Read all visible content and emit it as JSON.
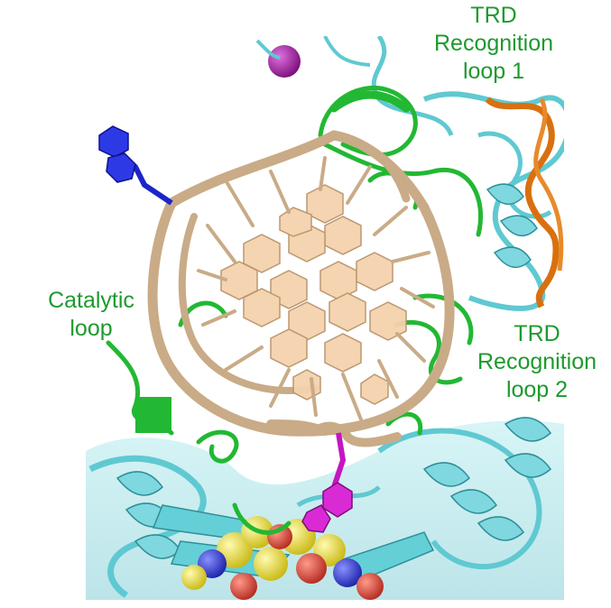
{
  "labels": {
    "trd1": [
      "TRD",
      "Recognition",
      "loop 1"
    ],
    "catalytic": [
      "Catalytic",
      "loop"
    ],
    "trd2": [
      "TRD",
      "Recognition",
      "loop 2"
    ]
  },
  "colors": {
    "label_green": "#1e9a2e",
    "protein_cyan": "#5fc9d1",
    "loop_green": "#22b833",
    "dna_tan": "#c9ab87",
    "base_fill": "#f4d2ad",
    "flipped_base_blue": "#1c25c9",
    "flipped_base_magenta": "#c515c2",
    "ion_purple": "#9a1a9a",
    "helix_orange": "#d9700f",
    "ligand_yellow": "#f2ea2a",
    "ligand_red": "#e24a3a",
    "ligand_blue": "#2533d8"
  }
}
